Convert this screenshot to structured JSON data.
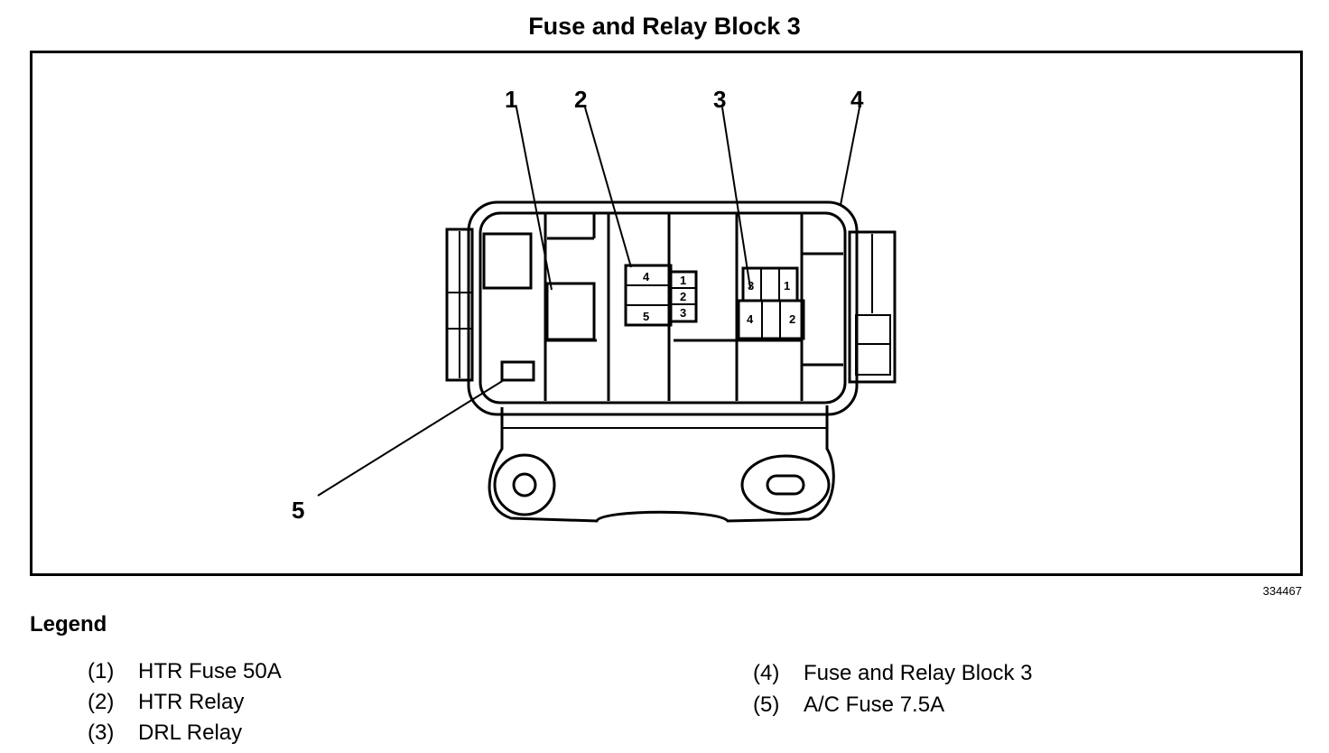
{
  "title": "Fuse and Relay Block 3",
  "figure_id": "334467",
  "callouts": [
    "1",
    "2",
    "3",
    "4",
    "5"
  ],
  "slot_labels": {
    "block_a": [
      "4",
      "5",
      "1",
      "2",
      "3"
    ],
    "block_b": [
      "3",
      "1",
      "4",
      "2"
    ]
  },
  "legend": {
    "title": "Legend",
    "items": [
      {
        "num": "(1)",
        "label": "HTR Fuse 50A"
      },
      {
        "num": "(2)",
        "label": "HTR Relay"
      },
      {
        "num": "(3)",
        "label": "DRL Relay"
      },
      {
        "num": "(4)",
        "label": "Fuse and Relay Block 3"
      },
      {
        "num": "(5)",
        "label": "A/C Fuse 7.5A"
      }
    ]
  }
}
